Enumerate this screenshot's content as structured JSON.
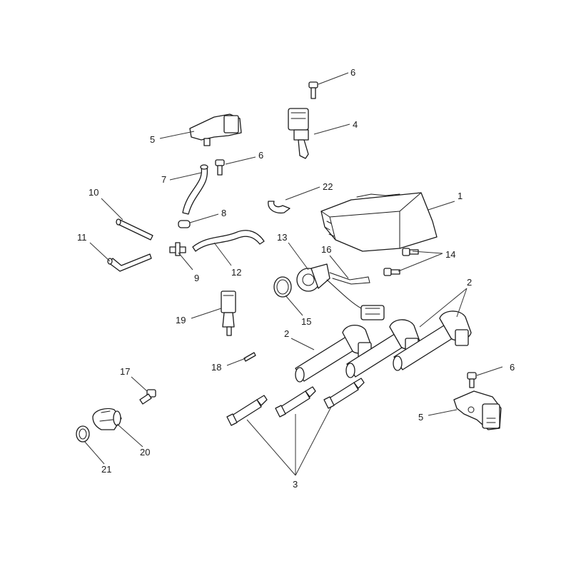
{
  "callouts": {
    "c1": "1",
    "c2a": "2",
    "c2b": "2",
    "c3": "3",
    "c4": "4",
    "c5a": "5",
    "c5b": "5",
    "c6a": "6",
    "c6b": "6",
    "c6c": "6",
    "c7": "7",
    "c8": "8",
    "c9": "9",
    "c10": "10",
    "c11": "11",
    "c12": "12",
    "c13": "13",
    "c14": "14",
    "c15": "15",
    "c16": "16",
    "c17": "17",
    "c18": "18",
    "c19": "19",
    "c20": "20",
    "c21": "21",
    "c22": "22"
  },
  "colors": {
    "line": "#1a1a1a",
    "background": "#ffffff"
  }
}
